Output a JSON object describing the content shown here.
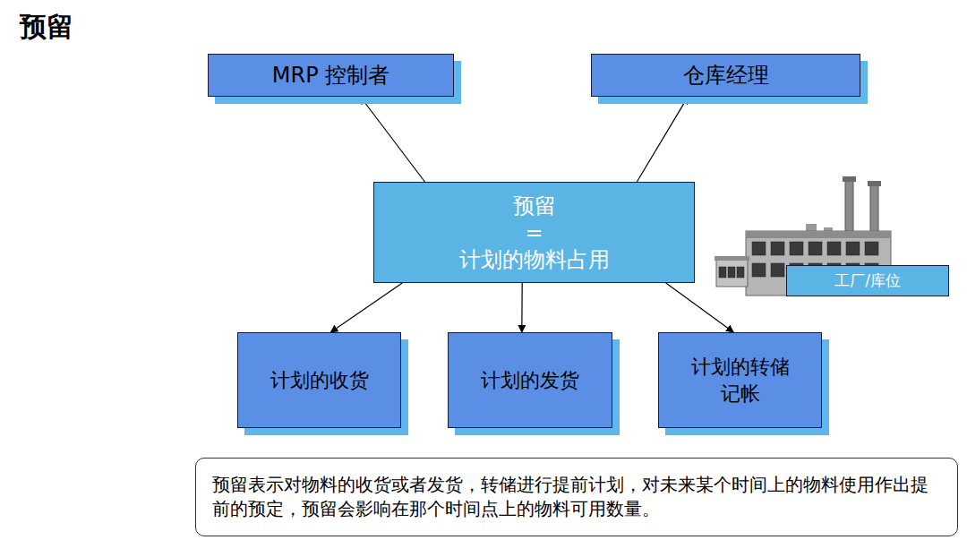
{
  "diagram": {
    "title": "预留",
    "nodes": [
      {
        "text": [
          "MRP 控制者"
        ]
      },
      {
        "text": [
          "仓库经理"
        ]
      },
      {
        "text": [
          "预留",
          "=",
          "计划的物料占用"
        ]
      },
      {
        "text": [
          "计划的收货"
        ]
      },
      {
        "text": [
          "计划的发货"
        ]
      },
      {
        "text": [
          "计划的转储 记帐"
        ]
      },
      {
        "text": [
          "工厂/库位"
        ]
      },
      {
        "text": [
          "预留表示对物料的收货或者发货，转储进行提前计划，对未来某个时间上的物料使用作出提前的预定，预留会影响在那个时间点上的物料可用数量。"
        ]
      }
    ],
    "edges": [
      {
        "from": 2,
        "to": 0,
        "arrow": "to"
      },
      {
        "from": 2,
        "to": 1,
        "arrow": "to"
      },
      {
        "from": 2,
        "to": 3,
        "arrow": "to"
      },
      {
        "from": 2,
        "to": 4,
        "arrow": "to"
      },
      {
        "from": 2,
        "to": 5,
        "arrow": "to"
      }
    ]
  }
}
